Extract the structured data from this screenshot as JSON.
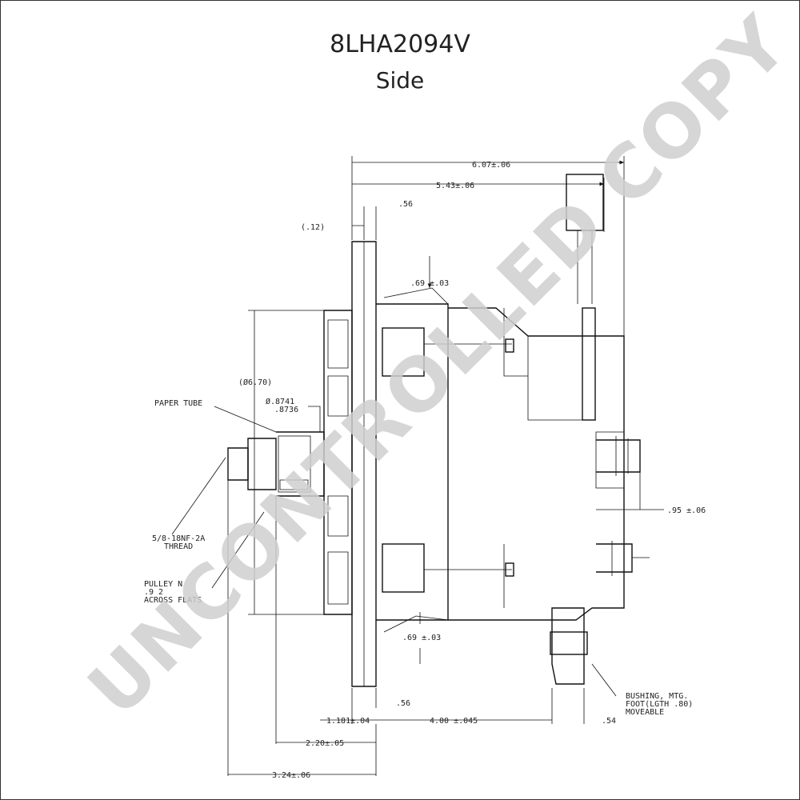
{
  "header": {
    "title": "8LHA2094V",
    "subtitle": "Side"
  },
  "watermark": "UNCONTROLLED COPY",
  "dimensions": {
    "overall_length": "6.07±.06",
    "to_terminal": "5.43±.06",
    "flange_thickness_top": ".56",
    "offset": "(.12)",
    "boss_height_top": ".69 ±.03",
    "pulley_diameter": "(Ø6.70)",
    "shaft_diameter_max": "Ø.8741",
    "shaft_diameter_min": ".8736",
    "terminal_offset": ".95 ±.06",
    "boss_height_bottom": ".69 ±.03",
    "flange_thickness_bottom": ".56",
    "front_to_flange": "1.181±.04",
    "flange_spacing": "4.00 ±.045",
    "foot_width": ".54",
    "shaft_to_flange": "2.20±.05",
    "shaft_end_to_flange": "3.24±.06"
  },
  "callouts": {
    "paper_tube": "PAPER TUBE",
    "thread_line1": "5/8-18NF-2A",
    "thread_line2": "THREAD",
    "pulley_nut_line1": "PULLEY N",
    "pulley_nut_line2": ".9   2",
    "pulley_nut_line3": "ACROSS FLATS",
    "bushing_line1": "BUSHING, MTG.",
    "bushing_line2": "FOOT(LGTH .80)",
    "bushing_line3": "MOVEABLE"
  }
}
